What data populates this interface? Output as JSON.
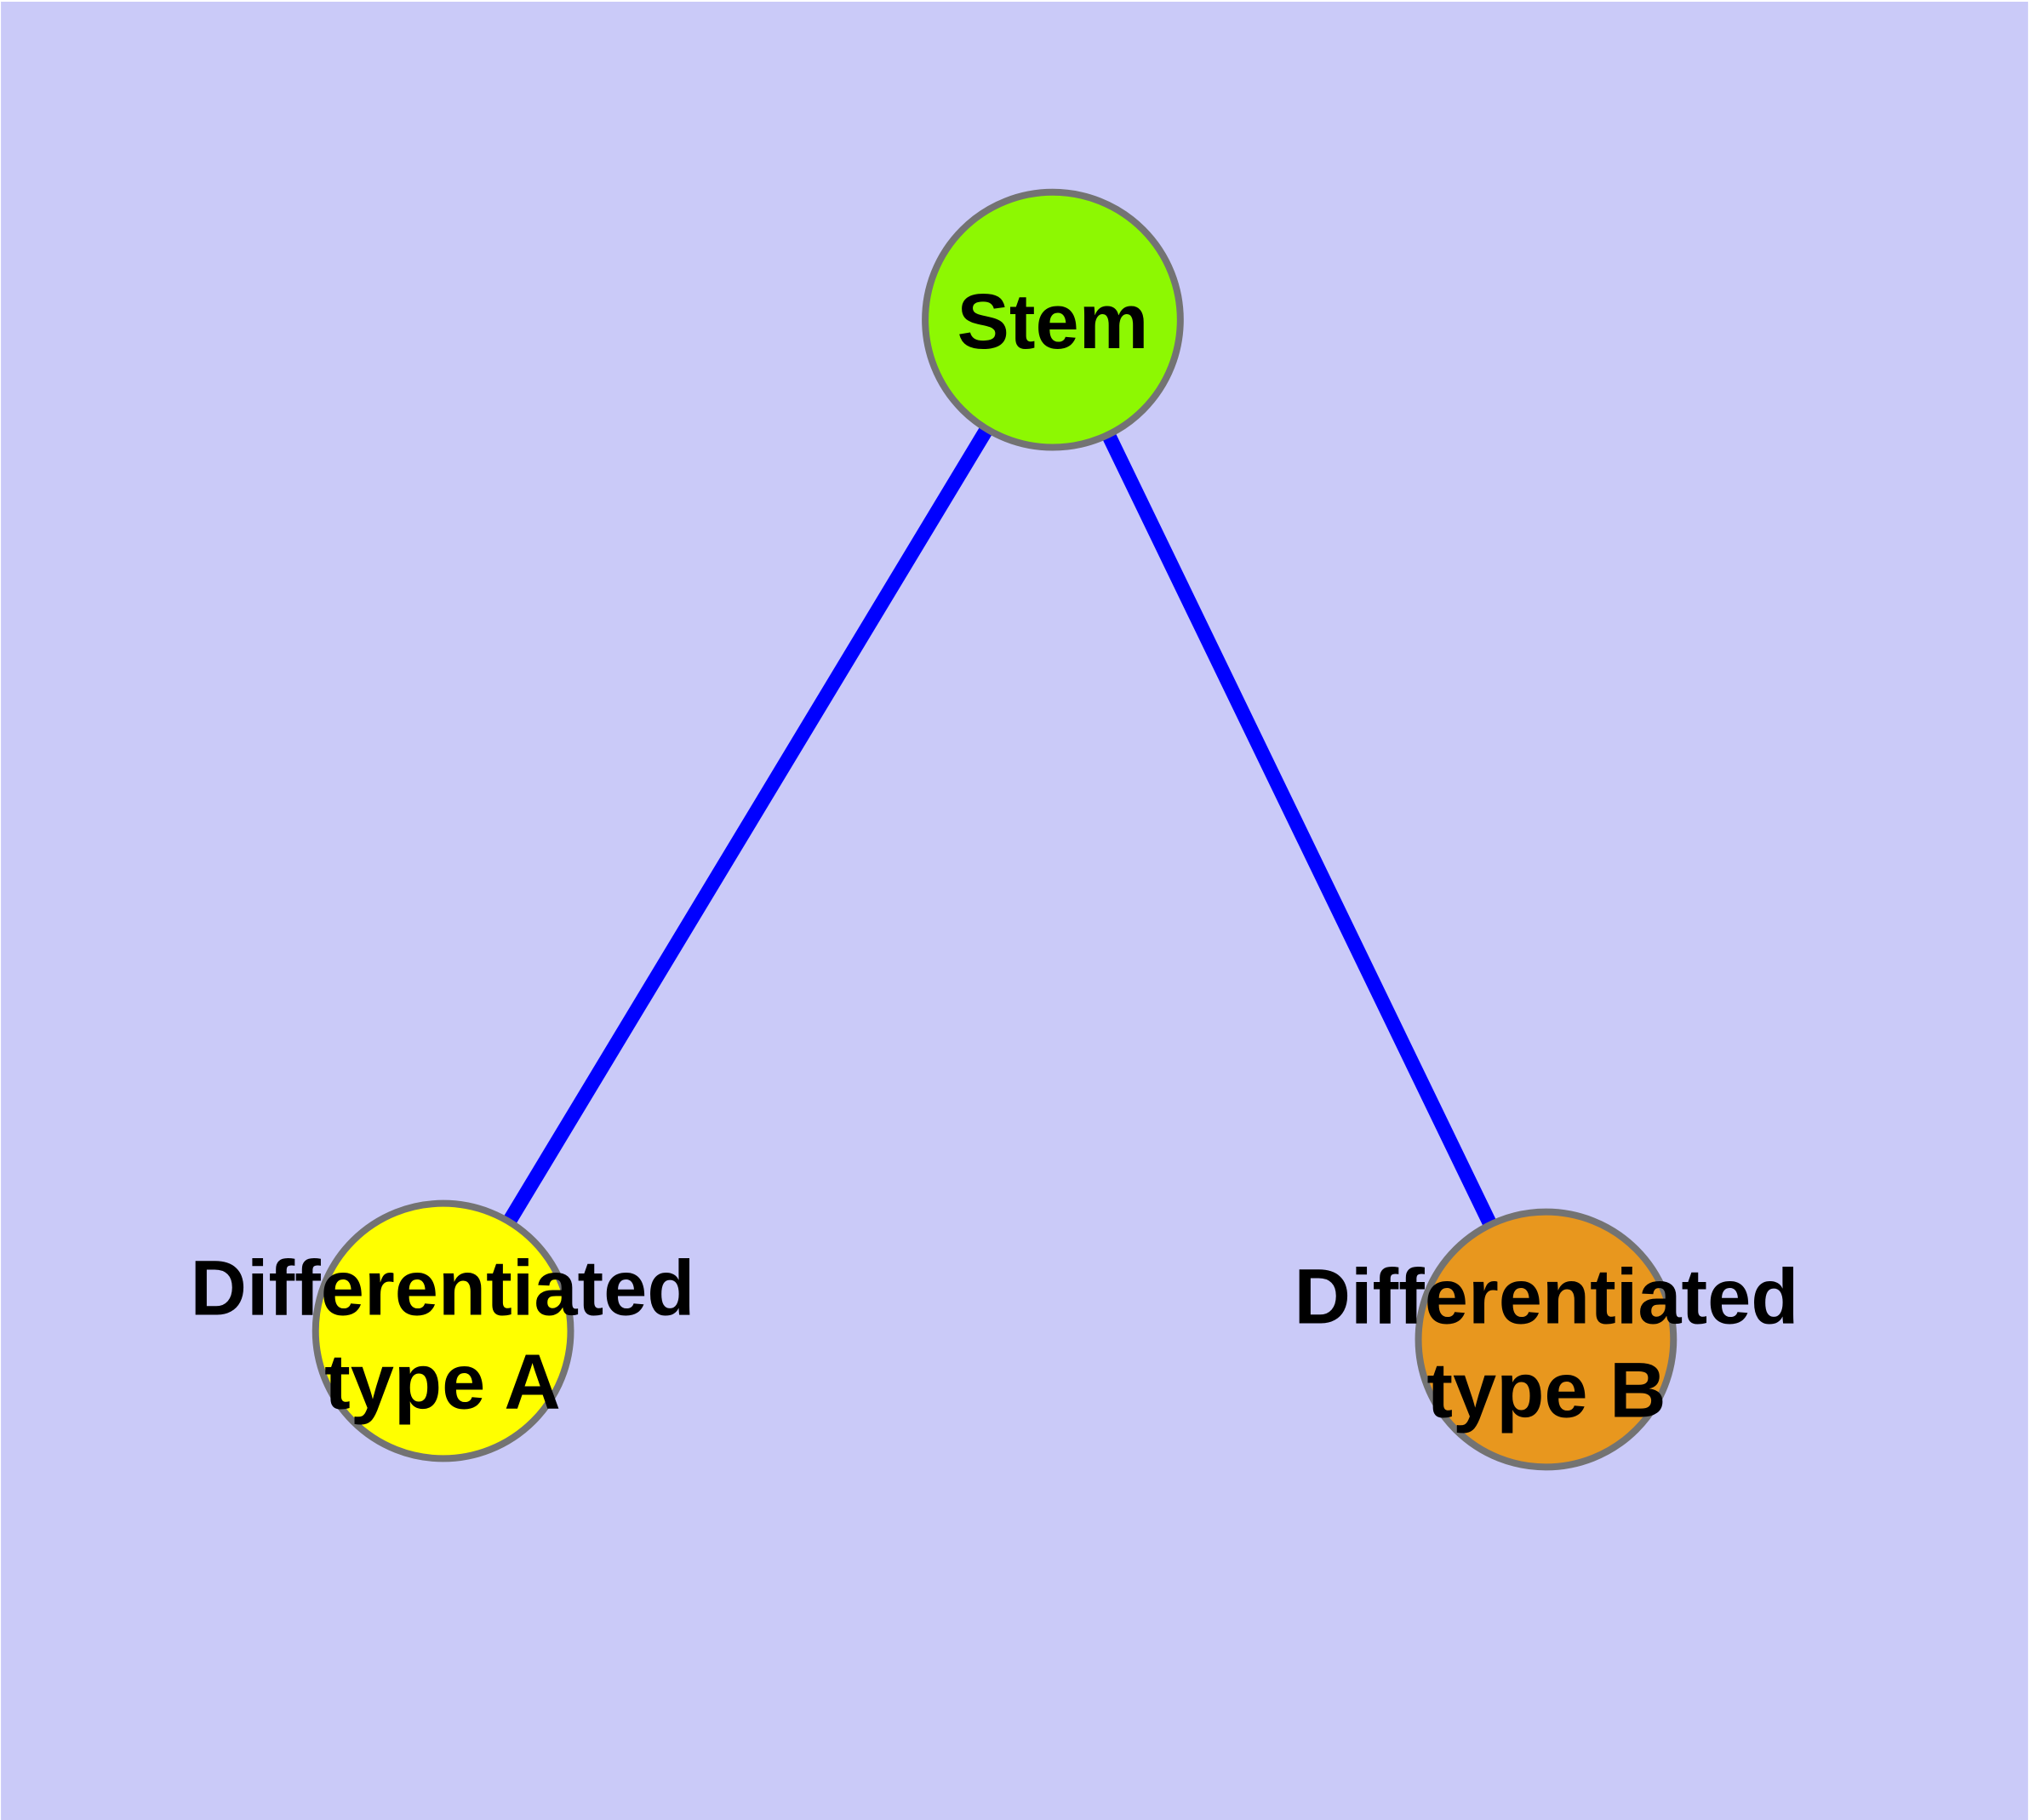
{
  "diagram": {
    "description": "Undirected graph of a stem cell differentiating into two cell types",
    "background_color": "#CACAF8",
    "edge_color": "#0000FF",
    "node_border_color": "#737373",
    "text_color": "#000000",
    "nodes": {
      "stem": {
        "label": "Stem",
        "color": "#8DF802"
      },
      "type_a": {
        "label": "Differentiated\ntype A",
        "color": "#FFFF00"
      },
      "type_b": {
        "label": "Differentiated\ntype B",
        "color": "#E8971E"
      }
    },
    "edges": [
      {
        "from": "Stem",
        "to": "Differentiated type A"
      },
      {
        "from": "Stem",
        "to": "Differentiated type B"
      }
    ]
  }
}
